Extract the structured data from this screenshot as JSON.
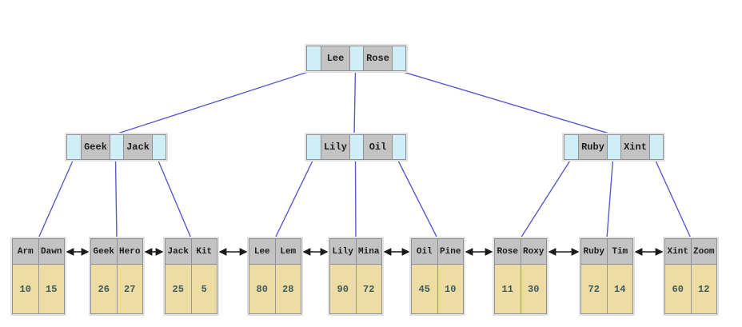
{
  "diagram": {
    "type": "b-plus-tree",
    "colors": {
      "pointer_cell": "#cfeef6",
      "key_cell": "#c3c3c3",
      "leaf_value_cell": "#eddda5",
      "tree_edge": "#5a5acd",
      "leaf_link_arrow": "#1a1a1a",
      "cell_border": "#8f8f8f"
    },
    "root": {
      "keys": [
        "Lee",
        "Rose"
      ]
    },
    "internal_nodes": [
      {
        "keys": [
          "Geek",
          "Jack"
        ]
      },
      {
        "keys": [
          "Lily",
          "Oil"
        ]
      },
      {
        "keys": [
          "Ruby",
          "Xint"
        ]
      }
    ],
    "leaves": [
      {
        "keys": [
          "Arm",
          "Dawn"
        ],
        "values": [
          "10",
          "15"
        ]
      },
      {
        "keys": [
          "Geek",
          "Hero"
        ],
        "values": [
          "26",
          "27"
        ]
      },
      {
        "keys": [
          "Jack",
          "Kit"
        ],
        "values": [
          "25",
          "5"
        ]
      },
      {
        "keys": [
          "Lee",
          "Lem"
        ],
        "values": [
          "80",
          "28"
        ]
      },
      {
        "keys": [
          "Lily",
          "Mina"
        ],
        "values": [
          "90",
          "72"
        ]
      },
      {
        "keys": [
          "Oil",
          "Pine"
        ],
        "values": [
          "45",
          "10"
        ]
      },
      {
        "keys": [
          "Rose",
          "Roxy"
        ],
        "values": [
          "11",
          "30"
        ]
      },
      {
        "keys": [
          "Ruby",
          "Tim"
        ],
        "values": [
          "72",
          "14"
        ]
      },
      {
        "keys": [
          "Xint",
          "Zoom"
        ],
        "values": [
          "60",
          "12"
        ]
      }
    ],
    "structure": {
      "root_children": [
        0,
        1,
        2
      ],
      "internal_children": [
        [
          0,
          1,
          2
        ],
        [
          3,
          4,
          5
        ],
        [
          6,
          7,
          8
        ]
      ],
      "leaf_chain_bidirectional": true
    }
  }
}
